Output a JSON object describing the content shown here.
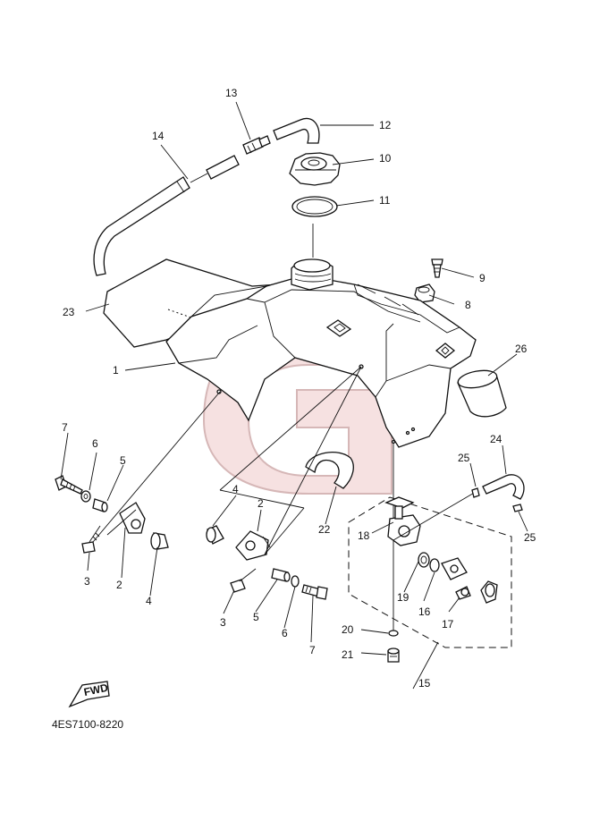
{
  "diagram": {
    "code": "4ES7100-8220",
    "fwd_label": "FWD",
    "callouts": [
      "1",
      "2",
      "3",
      "4",
      "5",
      "6",
      "7",
      "8",
      "9",
      "10",
      "11",
      "12",
      "13",
      "14",
      "15",
      "16",
      "17",
      "18",
      "19",
      "20",
      "21",
      "22",
      "23",
      "24",
      "25",
      "26"
    ],
    "callouts_repeat": [
      "2",
      "3",
      "4",
      "5",
      "6",
      "7",
      "25"
    ]
  },
  "colors": {
    "ink": "#111111",
    "watermark_fill": "#f3d7d7",
    "watermark_stroke": "#c9a0a0"
  }
}
